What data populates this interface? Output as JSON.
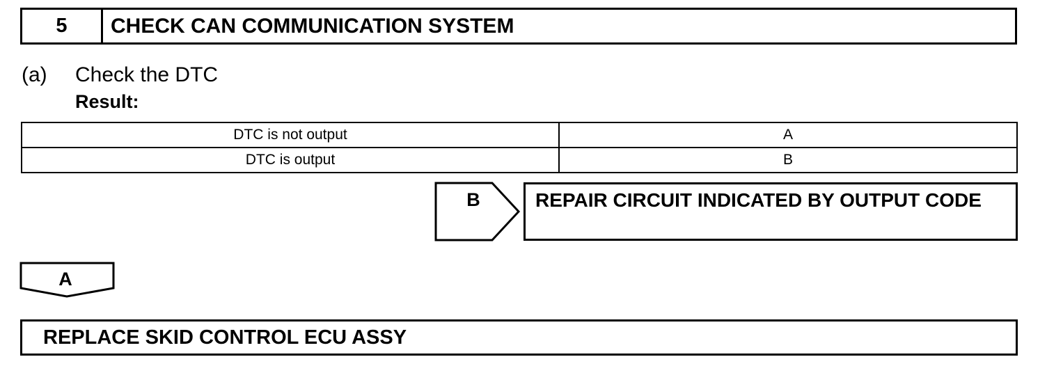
{
  "step": {
    "number": "5",
    "title": "CHECK CAN COMMUNICATION SYSTEM"
  },
  "substep": {
    "label": "(a)",
    "text": "Check the DTC",
    "result_label": "Result:"
  },
  "result_table": {
    "rows": [
      {
        "condition": "DTC is not output",
        "result": "A"
      },
      {
        "condition": "DTC is output",
        "result": "B"
      }
    ]
  },
  "branch_b": {
    "label": "B",
    "action": "REPAIR CIRCUIT INDICATED BY OUTPUT CODE"
  },
  "branch_a": {
    "label": "A",
    "action": "REPLACE SKID CONTROL ECU ASSY"
  }
}
